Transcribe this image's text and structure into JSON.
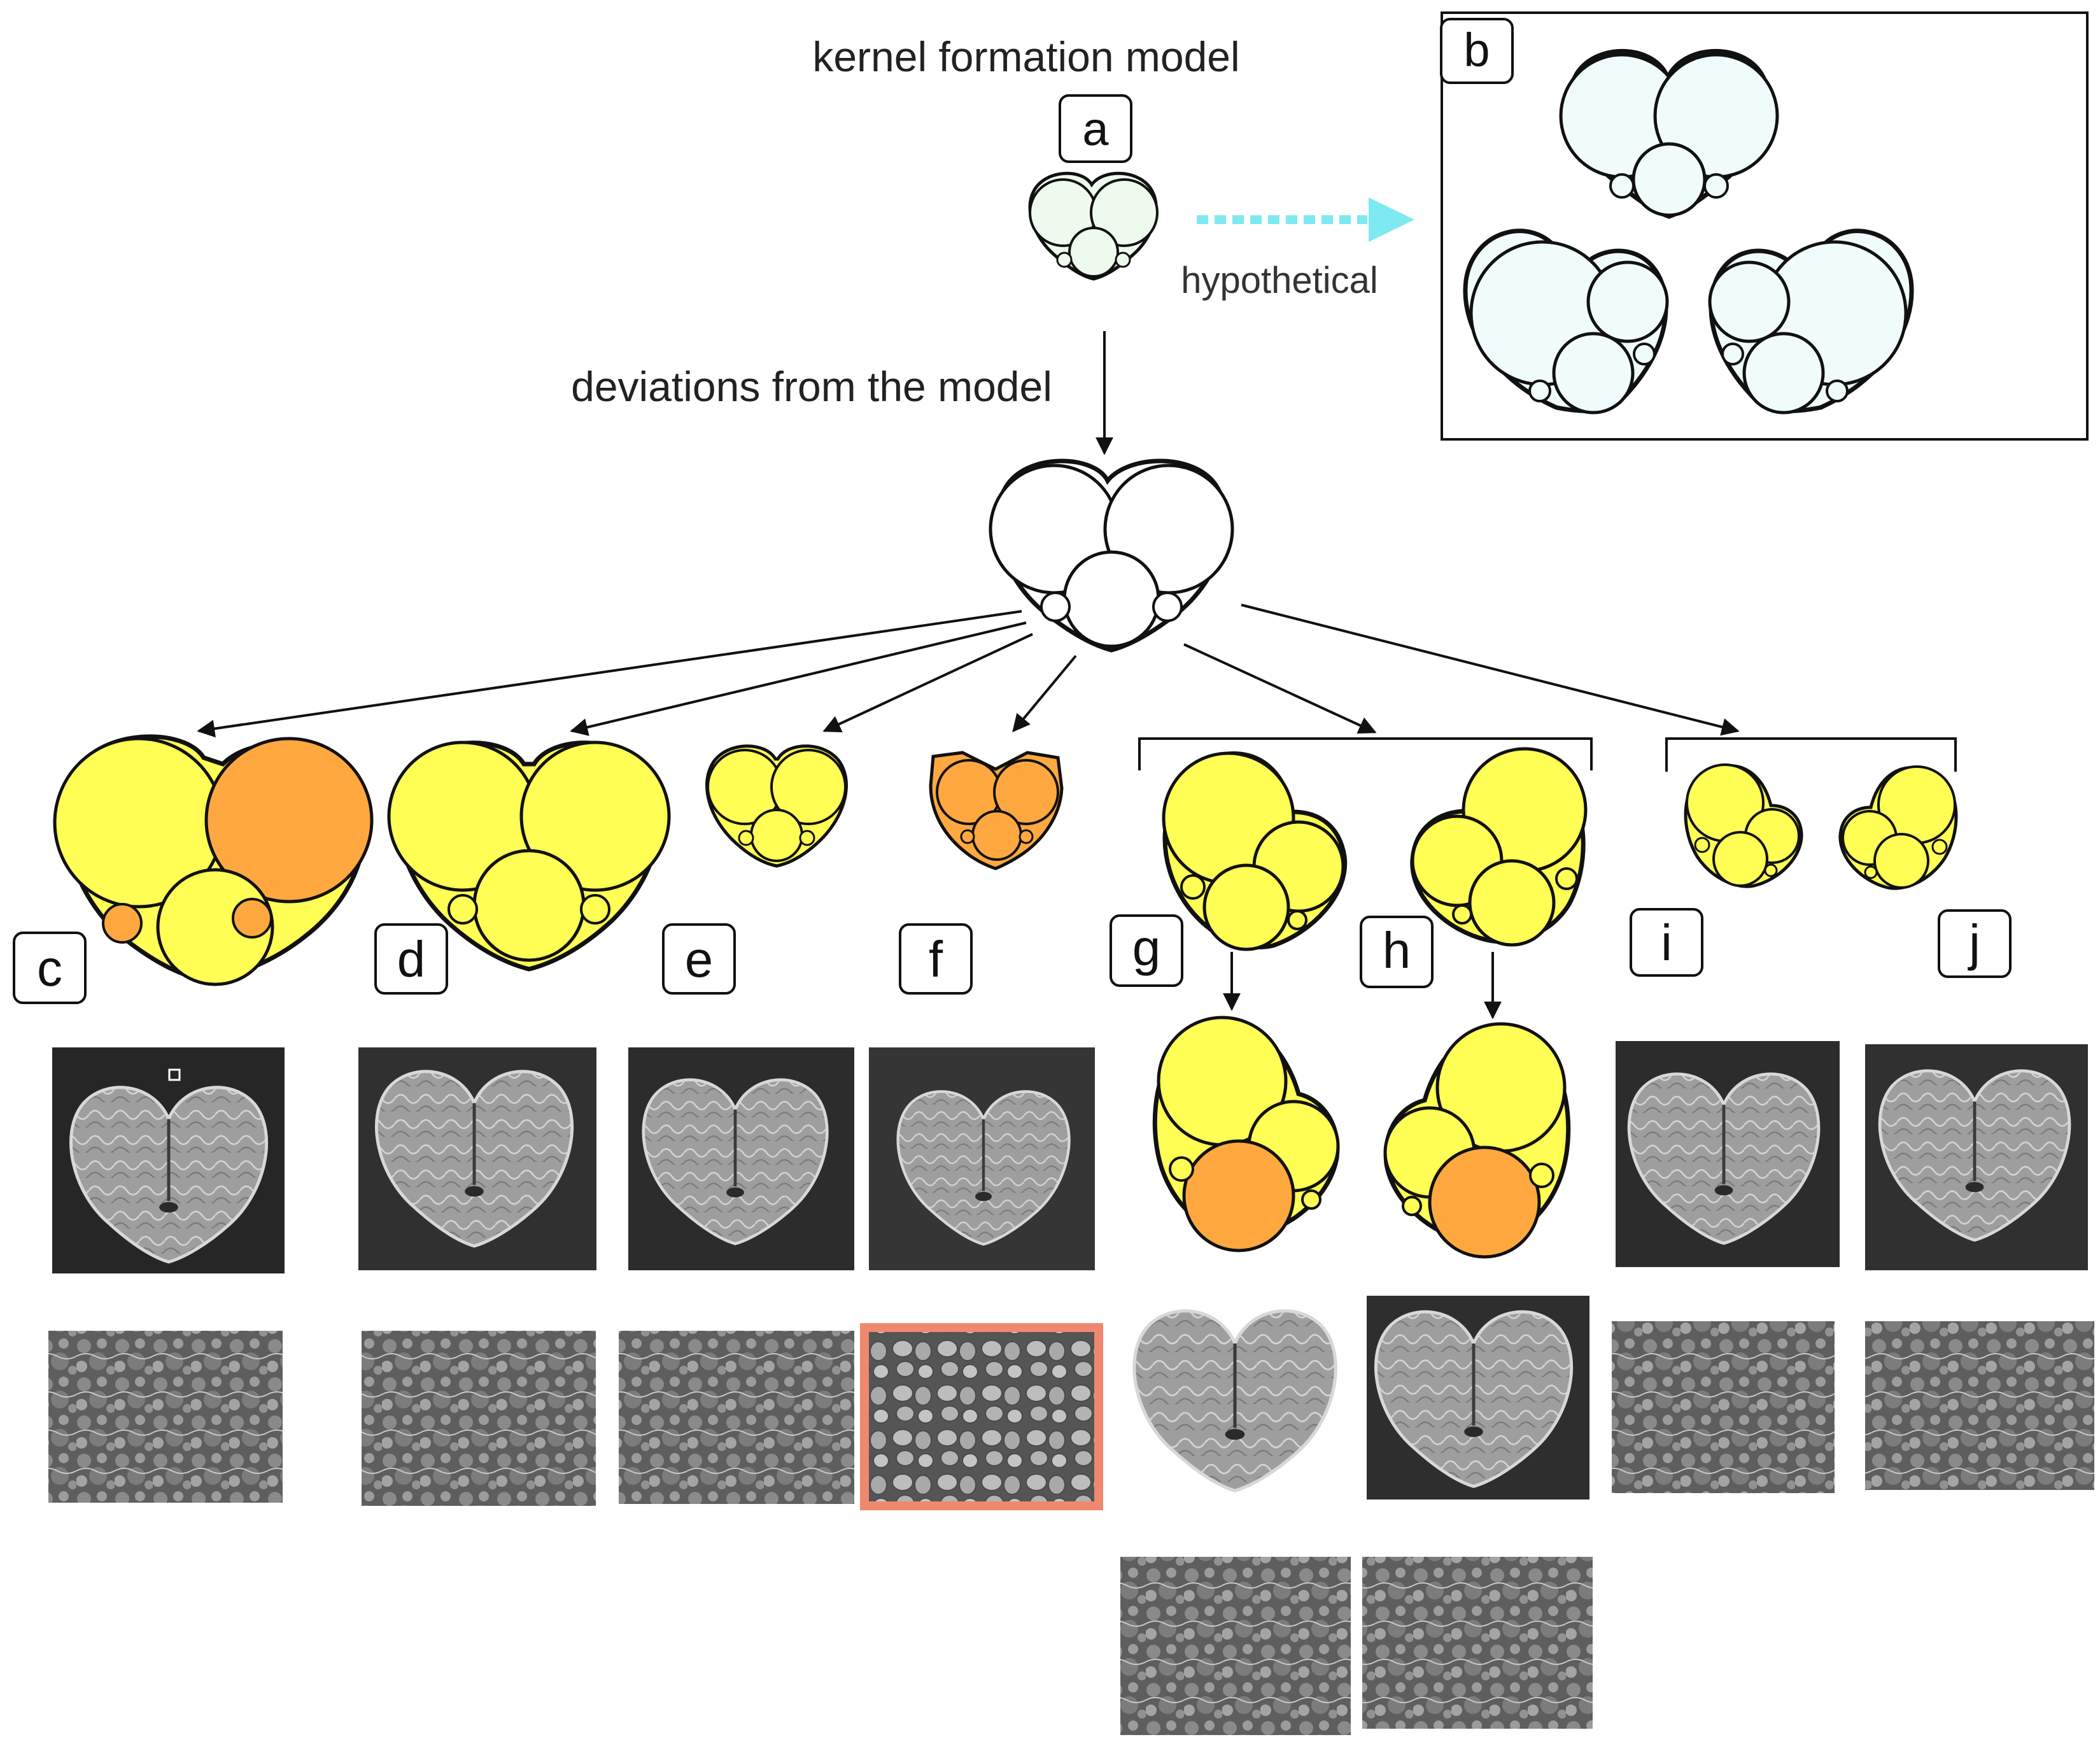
{
  "captions": {
    "title": "kernel formation model",
    "deviations": "deviations from the model",
    "hypothetical": "hypothetical"
  },
  "panels": {
    "a": "a",
    "b": "b",
    "c": "c",
    "d": "d",
    "e": "e",
    "f": "f",
    "g": "g",
    "h": "h",
    "i": "i",
    "j": "j"
  },
  "colors": {
    "model_fill": "#eefaee",
    "hypothetical_fill": "#f0fbfc",
    "base_fill": "#ffffff",
    "yellow": "#ffff55",
    "orange": "#ffa840",
    "outline": "#111111",
    "hypothetical_arrow": "#7fe9f2",
    "highlight_frame": "#f08870",
    "sem_background": "#2a2a2a",
    "sem_tissue": "#a8a8a8"
  }
}
